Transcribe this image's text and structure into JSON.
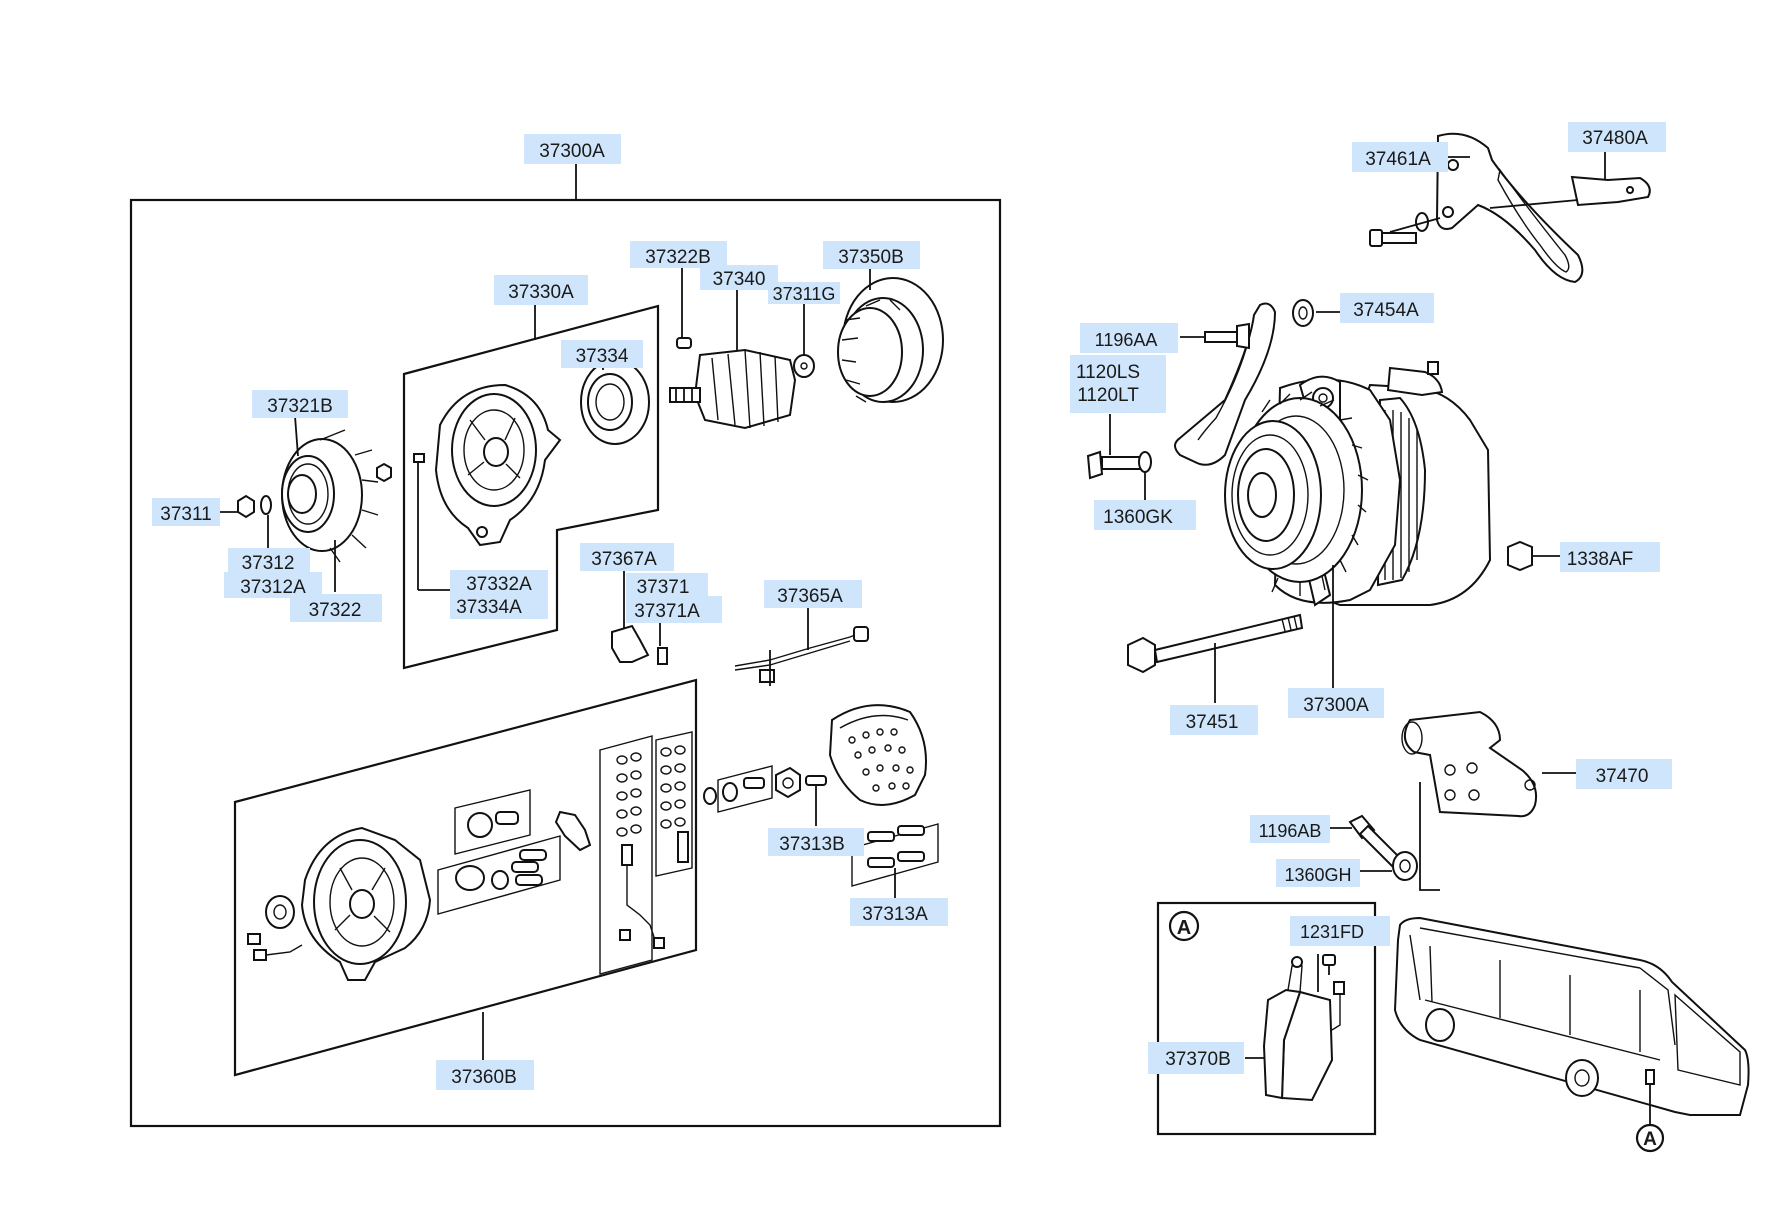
{
  "labels": {
    "l37300A_main": "37300A",
    "l37330A": "37330A",
    "l37322B": "37322B",
    "l37340": "37340",
    "l37311G": "37311G",
    "l37350B": "37350B",
    "l37334": "37334",
    "l37321B": "37321B",
    "l37311": "37311",
    "l37312": "37312",
    "l37312A": "37312A",
    "l37322": "37322",
    "l37332A": "37332A",
    "l37334A": "37334A",
    "l37367A": "37367A",
    "l37371": "37371",
    "l37371A": "37371A",
    "l37365A": "37365A",
    "l37313B": "37313B",
    "l37313A": "37313A",
    "l37360B": "37360B",
    "l37461A": "37461A",
    "l37480A": "37480A",
    "l37454A": "37454A",
    "l1196AA": "1196AA",
    "l1120LS": "1120LS",
    "l1120LT": "1120LT",
    "l1360GK": "1360GK",
    "l1338AF": "1338AF",
    "l37451": "37451",
    "l37300A_assy": "37300A",
    "l37470": "37470",
    "l1196AB": "1196AB",
    "l1360GH": "1360GH",
    "l1231FD": "1231FD",
    "l37370B": "37370B",
    "callout_a_box": "A",
    "callout_a_bus": "A"
  }
}
